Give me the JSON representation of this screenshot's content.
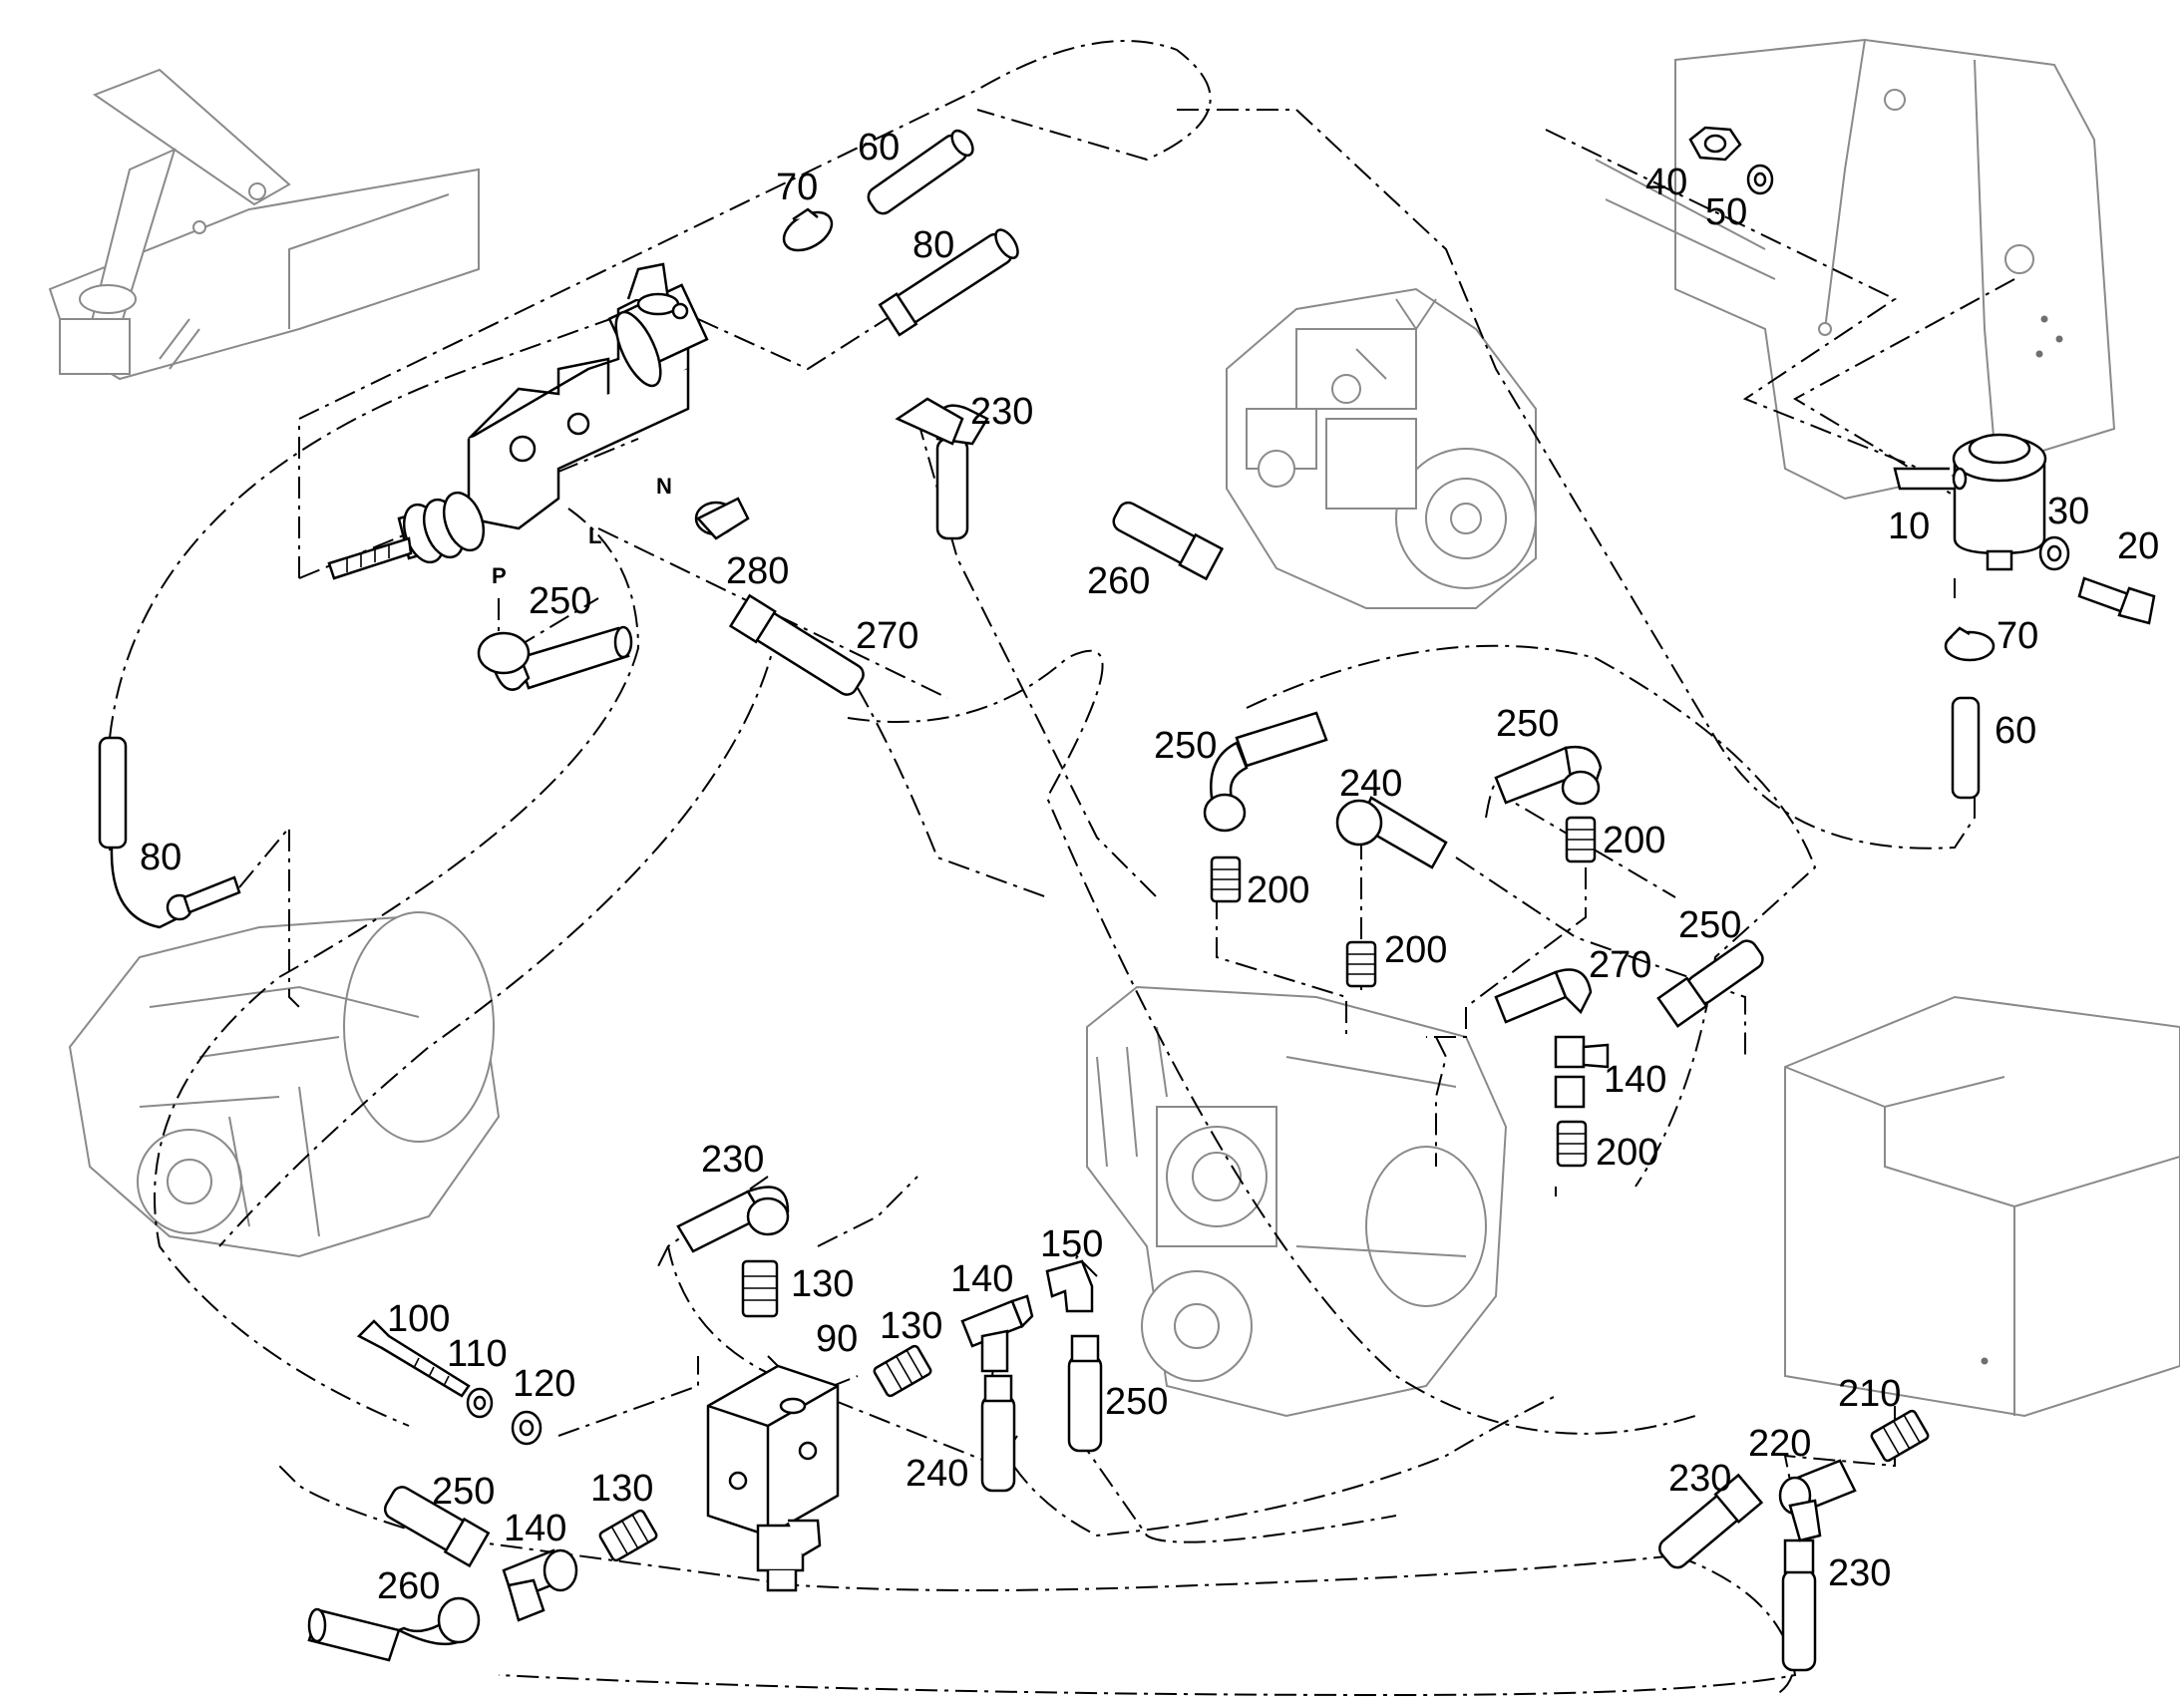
{
  "callouts": {
    "c10": "10",
    "c20": "20",
    "c30": "30",
    "c40": "40",
    "c50": "50",
    "c60a": "60",
    "c60b": "60",
    "c70a": "70",
    "c70b": "70",
    "c80a": "80",
    "c80b": "80",
    "c90": "90",
    "c100": "100",
    "c110": "110",
    "c120": "120",
    "c130a": "130",
    "c130b": "130",
    "c130c": "130",
    "c140a": "140",
    "c140b": "140",
    "c140c": "140",
    "c150": "150",
    "c200a": "200",
    "c200b": "200",
    "c200c": "200",
    "c200d": "200",
    "c210": "210",
    "c220": "220",
    "c230a": "230",
    "c230b": "230",
    "c230c": "230",
    "c230d": "230",
    "c240a": "240",
    "c240b": "240",
    "c250a": "250",
    "c250b": "250",
    "c250c": "250",
    "c250d": "250",
    "c250e": "250",
    "c250f": "250",
    "c260a": "260",
    "c260b": "260",
    "c270a": "270",
    "c270b": "270",
    "c280": "280"
  },
  "ports": {
    "p": "P",
    "n": "N",
    "l": "L"
  },
  "palette": {
    "line": "#000000",
    "background_component": "#8a8a8a",
    "background": "#ffffff"
  }
}
